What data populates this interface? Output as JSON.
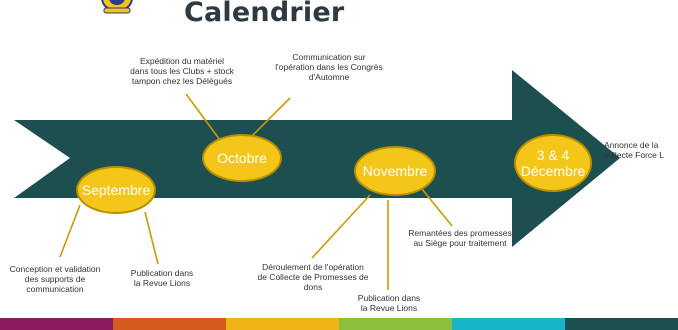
{
  "title": "Calendrier",
  "colors": {
    "arrow": "#1d4f51",
    "oval": "#f5c61a",
    "oval_border": "#b88f00",
    "connector": "#c89b00",
    "bar_segments": [
      "#8a1b5d",
      "#d45a1e",
      "#f0b417",
      "#8bbf3c",
      "#17b5c7",
      "#1d4f51"
    ]
  },
  "milestones": {
    "septembre": "Septembre",
    "octobre": "Octobre",
    "novembre": "Novembre",
    "decembre_line1": "3 & 4",
    "decembre_line2": "Décembre"
  },
  "notes": {
    "expedition": [
      "Expédition du matériel",
      "dans tous les Clubs + stock",
      "tampon chez les Délégués"
    ],
    "communication": [
      "Communication sur",
      "l'opération dans les Congrès",
      "d'Automne"
    ],
    "conception": [
      "Conception et validation",
      "des supports de",
      "communication"
    ],
    "publication_sept": [
      "Publication dans",
      "la Revue Lions"
    ],
    "deroulement": [
      "Déroulement de l'opération",
      "de Collecte de Promesses de",
      "dons"
    ],
    "publication_nov": [
      "Publication dans",
      "la Revue Lions"
    ],
    "remontees": [
      "Remantées des promesses",
      "au Siège pour traitement"
    ],
    "annonce": [
      "Annonce de la",
      "collecte Force L"
    ]
  }
}
